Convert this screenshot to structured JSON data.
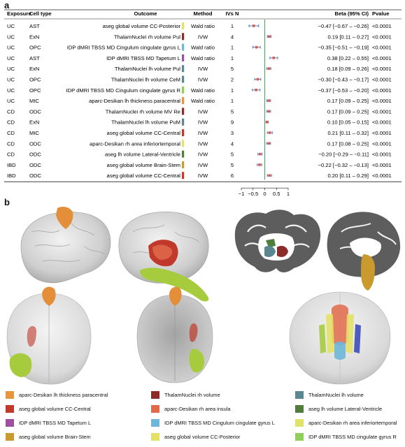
{
  "panel_a_label": "a",
  "panel_b_label": "b",
  "table": {
    "headers": {
      "exposure": "Exposure",
      "cell_type": "Cell type",
      "outcome": "Outcome",
      "method": "Method",
      "ivs": "IVs N",
      "beta": "Beta (95% CI)",
      "pvalue": "Pvalue"
    },
    "rows": [
      {
        "exposure": "UC",
        "cell_type": "AST",
        "outcome": "aseg global volume CC-Posterior",
        "color": "#e3e168",
        "method": "Wald ratio",
        "ivs": "1",
        "beta_text": "−0.47 [−0.67 – −0.26]",
        "pvalue": "<0.0001"
      },
      {
        "exposure": "UC",
        "cell_type": "ExN",
        "outcome": "ThalamNuclei rh volume Pul",
        "color": "#8c2c2a",
        "method": "IVW",
        "ivs": "4",
        "beta_text": "0.19 [0.11 – 0.27]",
        "pvalue": "<0.0001"
      },
      {
        "exposure": "UC",
        "cell_type": "OPC",
        "outcome": "IDP dMRI TBSS MD Cingulum cingulate gyrus L",
        "color": "#6fb6d8",
        "method": "Wald ratio",
        "ivs": "1",
        "beta_text": "−0.35 [−0.51 – −0.19]",
        "pvalue": "<0.0001"
      },
      {
        "exposure": "UC",
        "cell_type": "AST",
        "outcome": "IDP dMRI TBSS MD Tapetum L",
        "color": "#9d4fa0",
        "method": "Wald ratio",
        "ivs": "1",
        "beta_text": "0.38 [0.22 – 0.55]",
        "pvalue": "<0.0001"
      },
      {
        "exposure": "UC",
        "cell_type": "ExN",
        "outcome": "ThalamNuclei lh volume Pul",
        "color": "#5b8791",
        "method": "IVW",
        "ivs": "5",
        "beta_text": "0.18 [0.09 – 0.26]",
        "pvalue": "<0.0001"
      },
      {
        "exposure": "UC",
        "cell_type": "OPC",
        "outcome": "ThalamNuclei lh volume CeM",
        "color": "#5b8791",
        "method": "IVW",
        "ivs": "2",
        "beta_text": "−0.30 [−0.43 – −0.17]",
        "pvalue": "<0.0001"
      },
      {
        "exposure": "UC",
        "cell_type": "OPC",
        "outcome": "IDP dMRI TBSS MD Cingulum cingulate gyrus R",
        "color": "#8fcf5c",
        "method": "Wald ratio",
        "ivs": "1",
        "beta_text": "−0.37 [−0.53 – −0.20]",
        "pvalue": "<0.0001"
      },
      {
        "exposure": "UC",
        "cell_type": "MIC",
        "outcome": "aparc-Desikan lh thickness paracentral",
        "color": "#e7963e",
        "method": "Wald ratio",
        "ivs": "1",
        "beta_text": "0.17 [0.09 – 0.25]",
        "pvalue": "<0.0001"
      },
      {
        "exposure": "CD",
        "cell_type": "ODC",
        "outcome": "ThalamNuclei rh volume MV Re",
        "color": "#8c2c2a",
        "method": "IVW",
        "ivs": "5",
        "beta_text": "0.17 [0.09 – 0.25]",
        "pvalue": "<0.0001"
      },
      {
        "exposure": "CD",
        "cell_type": "ExN",
        "outcome": "ThalamNuclei lh volume PuM",
        "color": "#5b8791",
        "method": "IVW",
        "ivs": "9",
        "beta_text": "0.10 [0.05 – 0.15]",
        "pvalue": "<0.0001"
      },
      {
        "exposure": "CD",
        "cell_type": "MIC",
        "outcome": "aseg global volume CC-Central",
        "color": "#c0392b",
        "method": "IVW",
        "ivs": "3",
        "beta_text": "0.21 [0.11 – 0.32]",
        "pvalue": "<0.0001"
      },
      {
        "exposure": "CD",
        "cell_type": "ODC",
        "outcome": "aparc-Desikan rh area inferiortemporal",
        "color": "#dfe36a",
        "method": "IVW",
        "ivs": "4",
        "beta_text": "0.17 [0.08 – 0.25]",
        "pvalue": "<0.0001"
      },
      {
        "exposure": "CD",
        "cell_type": "ODC",
        "outcome": "aseg lh volume Lateral-Ventricle",
        "color": "#4f7d3a",
        "method": "IVW",
        "ivs": "5",
        "beta_text": "−0.20 [−0.29 – −0.11]",
        "pvalue": "<0.0001"
      },
      {
        "exposure": "IBD",
        "cell_type": "ODC",
        "outcome": "aseg global volume Brain-Stem",
        "color": "#c99a2e",
        "method": "IVW",
        "ivs": "5",
        "beta_text": "−0.22 [−0.32 – −0.13]",
        "pvalue": "<0.0001"
      },
      {
        "exposure": "IBD",
        "cell_type": "ODC",
        "outcome": "aseg global volume CC-Central",
        "color": "#c0392b",
        "method": "IVW",
        "ivs": "6",
        "beta_text": "0.20 [0.11 – 0.29]",
        "pvalue": "<0.0001"
      }
    ]
  },
  "chart_data": {
    "type": "forest",
    "xlabel": "Beta (95% CI)",
    "xticks": [
      -1,
      -0.5,
      0,
      0.5,
      1
    ],
    "xtick_labels": [
      "−1",
      "−0.5",
      "0",
      "0.5",
      "1"
    ],
    "xlim": [
      -1,
      1
    ],
    "reference_line": 0,
    "points": [
      {
        "beta": -0.47,
        "lo": -0.67,
        "hi": -0.26
      },
      {
        "beta": 0.19,
        "lo": 0.11,
        "hi": 0.27
      },
      {
        "beta": -0.35,
        "lo": -0.51,
        "hi": -0.19
      },
      {
        "beta": 0.38,
        "lo": 0.22,
        "hi": 0.55
      },
      {
        "beta": 0.18,
        "lo": 0.09,
        "hi": 0.26
      },
      {
        "beta": -0.3,
        "lo": -0.43,
        "hi": -0.17
      },
      {
        "beta": -0.37,
        "lo": -0.53,
        "hi": -0.2
      },
      {
        "beta": 0.17,
        "lo": 0.09,
        "hi": 0.25
      },
      {
        "beta": 0.17,
        "lo": 0.09,
        "hi": 0.25
      },
      {
        "beta": 0.1,
        "lo": 0.05,
        "hi": 0.15
      },
      {
        "beta": 0.21,
        "lo": 0.11,
        "hi": 0.32
      },
      {
        "beta": 0.17,
        "lo": 0.08,
        "hi": 0.25
      },
      {
        "beta": -0.2,
        "lo": -0.29,
        "hi": -0.11
      },
      {
        "beta": -0.22,
        "lo": -0.32,
        "hi": -0.13
      },
      {
        "beta": 0.2,
        "lo": 0.11,
        "hi": 0.29
      }
    ],
    "colors": {
      "point": "#e05a4e",
      "ci": "#3d72b8",
      "reference": "#2e9a4a"
    }
  },
  "legend": [
    {
      "label": "aparc-Desikan lh thickness paracentral",
      "color": "#e7963e"
    },
    {
      "label": "ThalamNuclei rh volume",
      "color": "#8c2c2a"
    },
    {
      "label": "ThalamNuclei lh volume",
      "color": "#5b8791"
    },
    {
      "label": "aseg global volume CC-Central",
      "color": "#c0392b"
    },
    {
      "label": "aparc-Desikan rh area insula",
      "color": "#e06a4a"
    },
    {
      "label": "aseg lh volume Lateral-Ventricle",
      "color": "#4f7d3a"
    },
    {
      "label": "IDP dMRI TBSS MD Tapetum L",
      "color": "#9d4fa0"
    },
    {
      "label": "IDP dMRI TBSS MD Cingulum cingulate gyrus L",
      "color": "#6fb6d8"
    },
    {
      "label": "aparc-Desikan rh area inferiortemporal",
      "color": "#dfe36a"
    },
    {
      "label": "aseg global volume Brain-Stem",
      "color": "#c99a2e"
    },
    {
      "label": "aseg global volume CC-Posterior",
      "color": "#e3e168"
    },
    {
      "label": "IDP dMRI TBSS MD cingulate gyrus R",
      "color": "#8fcf5c"
    }
  ]
}
